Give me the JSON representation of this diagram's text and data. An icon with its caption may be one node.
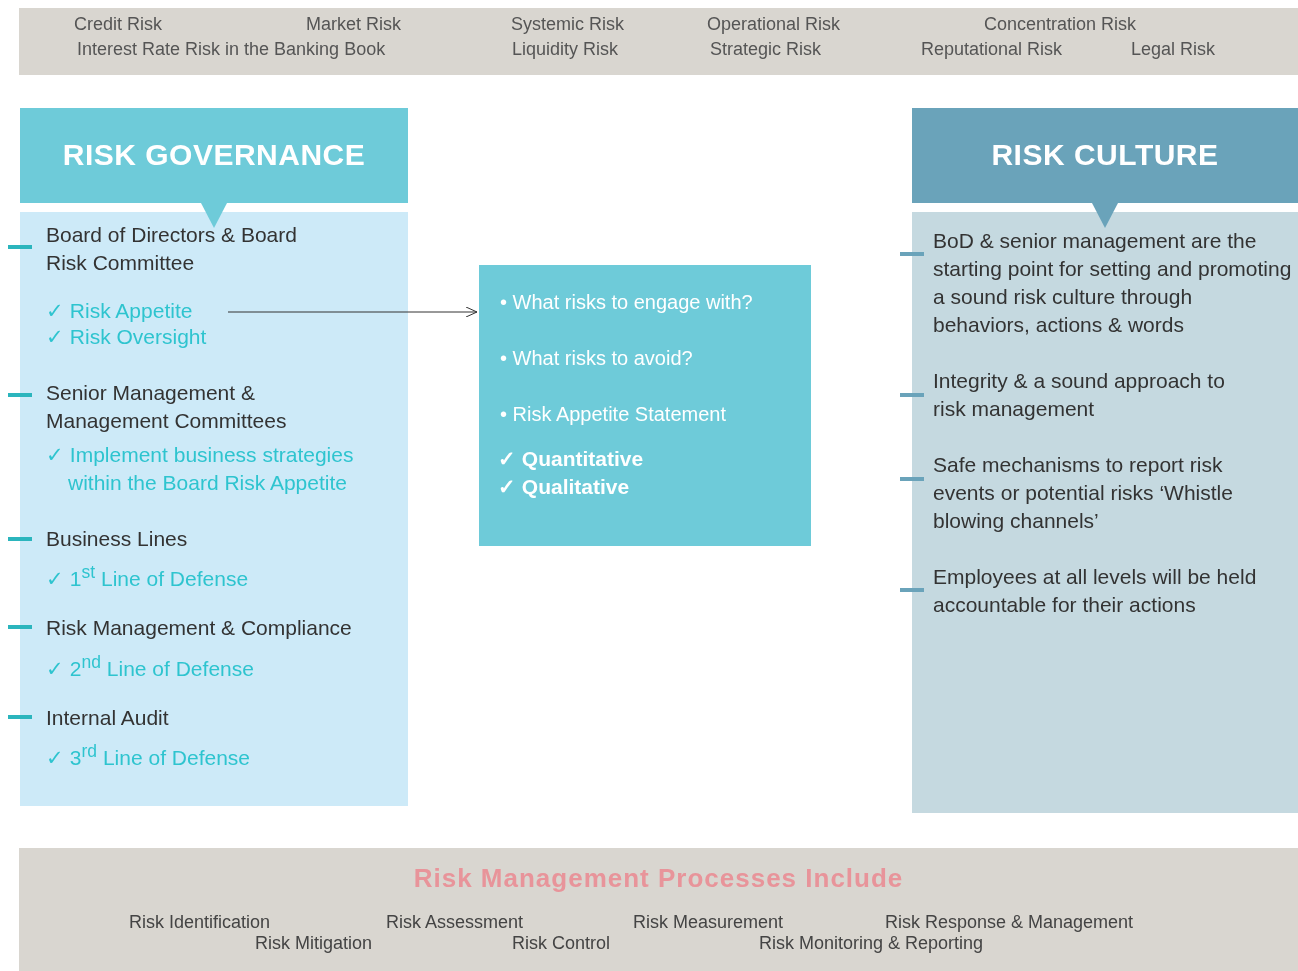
{
  "diagram": {
    "nodes": [
      {
        "text": [
          "Credit Risk",
          "Market Risk",
          "Systemic Risk",
          "Operational Risk",
          "Concentration Risk",
          "Interest Rate Risk in the Banking Book",
          "Liquidity Risk",
          "Strategic Risk",
          "Reputational Risk",
          "Legal Risk"
        ]
      },
      {
        "text": [
          "RISK GOVERNANCE"
        ]
      },
      {
        "text": [
          "Board of Directors & Board Risk Committee",
          "✓ Risk Oversight",
          "Senior Management & Management Committees",
          "✓ Implement business strategies within the Board Risk Appetite",
          "Business Lines",
          "✓ 1$^{st}$ Line of Defense",
          "Risk Management & Compliance",
          "✓ 2$^{nd}$ Line of Defense",
          "Internal Audit",
          "✓ 3$^{rd}$ Line of Defense"
        ]
      },
      {
        "text": [
          "✓ Risk Appetite"
        ],
        "in": 2
      },
      {
        "text": [
          "• What risks to engage with?",
          "• What risks to avoid?",
          "• Risk Appetite Statement",
          "✓ Quantitative",
          "✓ Qualitative"
        ]
      },
      {
        "text": [
          "RISK CULTURE"
        ]
      },
      {
        "text": [
          "BoD & senior management are the starting point for setting and promoting a sound risk culture through behaviors, actions & words",
          "Integrity & a sound approach to risk management",
          "Safe mechanisms to report risk events or potential risks ‘Whistle blowing channels’",
          "Employees at all levels will be held accountable for their actions"
        ]
      },
      {
        "text": [
          "Risk Management Processes Include",
          "Risk Identification",
          "Risk Assessment",
          "Risk Measurement",
          "Risk Response & Management",
          "Risk Mitigation",
          "Risk Control",
          "Risk Monitoring & Reporting"
        ]
      }
    ],
    "edges": [
      {
        "from": 1,
        "to": 2,
        "arrow": "to"
      },
      {
        "from": 5,
        "to": 6,
        "arrow": "to"
      },
      {
        "from": 3,
        "to": 4,
        "arrow": "to"
      }
    ]
  }
}
